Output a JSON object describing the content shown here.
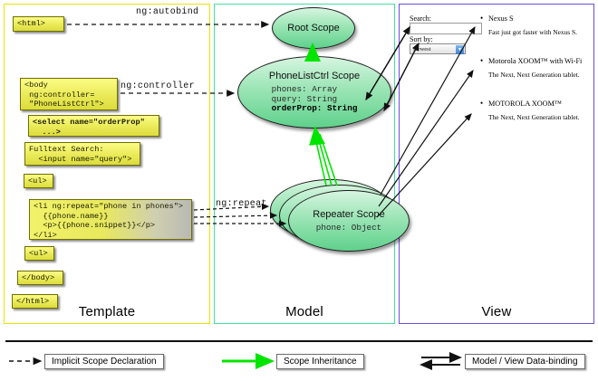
{
  "columns": [
    {
      "id": "template",
      "label": "Template",
      "accent": "#e8e800"
    },
    {
      "id": "model",
      "label": "Model",
      "accent": "#41e0a0"
    },
    {
      "id": "view",
      "label": "View",
      "accent": "#6a4ee0"
    }
  ],
  "template": {
    "boxes": [
      {
        "name": "html-open",
        "text": "<html>"
      },
      {
        "name": "body-open",
        "text": "<body\n ng:controller=\n \"PhoneListCtrl\">"
      },
      {
        "name": "select",
        "text": "<select name=\"orderProp\"\n  ...>"
      },
      {
        "name": "fulltext",
        "text": "Fulltext Search:\n  <input name=\"query\">"
      },
      {
        "name": "ul-open",
        "text": "<ul>"
      },
      {
        "name": "li-repeat",
        "text": "<li ng:repeat=\"phone in phones\">\n  {{phone.name}}\n  <p>{{phone.snippet}}</p>\n</li>"
      },
      {
        "name": "ul-close",
        "text": "<ul>"
      },
      {
        "name": "body-close",
        "text": "</body>"
      },
      {
        "name": "html-close",
        "text": "</html>"
      }
    ]
  },
  "model": {
    "scopes": [
      {
        "name": "root-scope",
        "title": "Root\nScope",
        "props": []
      },
      {
        "name": "phonelistctrl-scope",
        "title": "PhoneListCtrl\nScope",
        "props": [
          {
            "text": "phones: Array",
            "bold": false
          },
          {
            "text": "query: String",
            "bold": false
          },
          {
            "text": "orderProp: String",
            "bold": true
          }
        ]
      },
      {
        "name": "repeater-scope",
        "title": "Repeater\nScope",
        "props": [
          {
            "text": "phone: Object",
            "bold": false
          }
        ]
      }
    ]
  },
  "view": {
    "search_label": "Search:",
    "search_value": "",
    "sort_label": "Sort by:",
    "sort_selected": "Newest",
    "phones": [
      {
        "name": "Nexus S",
        "snippet": "Fast just got faster with Nexus S."
      },
      {
        "name": "Motorola XOOM™ with Wi-Fi",
        "snippet": "The Next, Next Generation tablet."
      },
      {
        "name": "MOTOROLA XOOM™",
        "snippet": "The Next, Next Generation tablet."
      }
    ]
  },
  "edges": {
    "autobind": "ng:autobind",
    "controller": "ng:controller",
    "repeat": "ng:repeat"
  },
  "legend": {
    "items": [
      {
        "name": "implicit-scope-declaration",
        "label": "Implicit Scope Declaration",
        "style": "dashed",
        "color": "#111111"
      },
      {
        "name": "scope-inheritance",
        "label": "Scope Inheritance",
        "style": "solid",
        "color": "#00e500"
      },
      {
        "name": "model-view-data-binding",
        "label": "Model / View Data-binding",
        "style": "double",
        "color": "#111111"
      }
    ]
  }
}
